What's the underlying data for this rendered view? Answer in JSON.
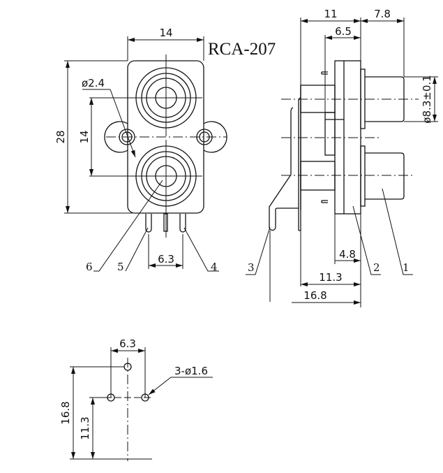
{
  "title": "RCA-207",
  "front_view": {
    "width_dim": "14",
    "height_dim": "28",
    "pitch_dim": "14",
    "hole_dim": "ø2.4",
    "pin_pitch_dim": "6.3"
  },
  "side_view": {
    "dim_11": "11",
    "dim_7_8": "7.8",
    "dim_6_5": "6.5",
    "dim_diameter": "ø8.3±0.1",
    "dim_4_8": "4.8",
    "dim_11_3": "11.3",
    "dim_16_8": "16.8"
  },
  "callouts": [
    "1",
    "2",
    "3",
    "4",
    "5",
    "6"
  ],
  "footprint": {
    "pitch_dim": "6.3",
    "hole_dim": "3-ø1.6",
    "height_dim": "16.8",
    "lower_dim": "11.3"
  }
}
